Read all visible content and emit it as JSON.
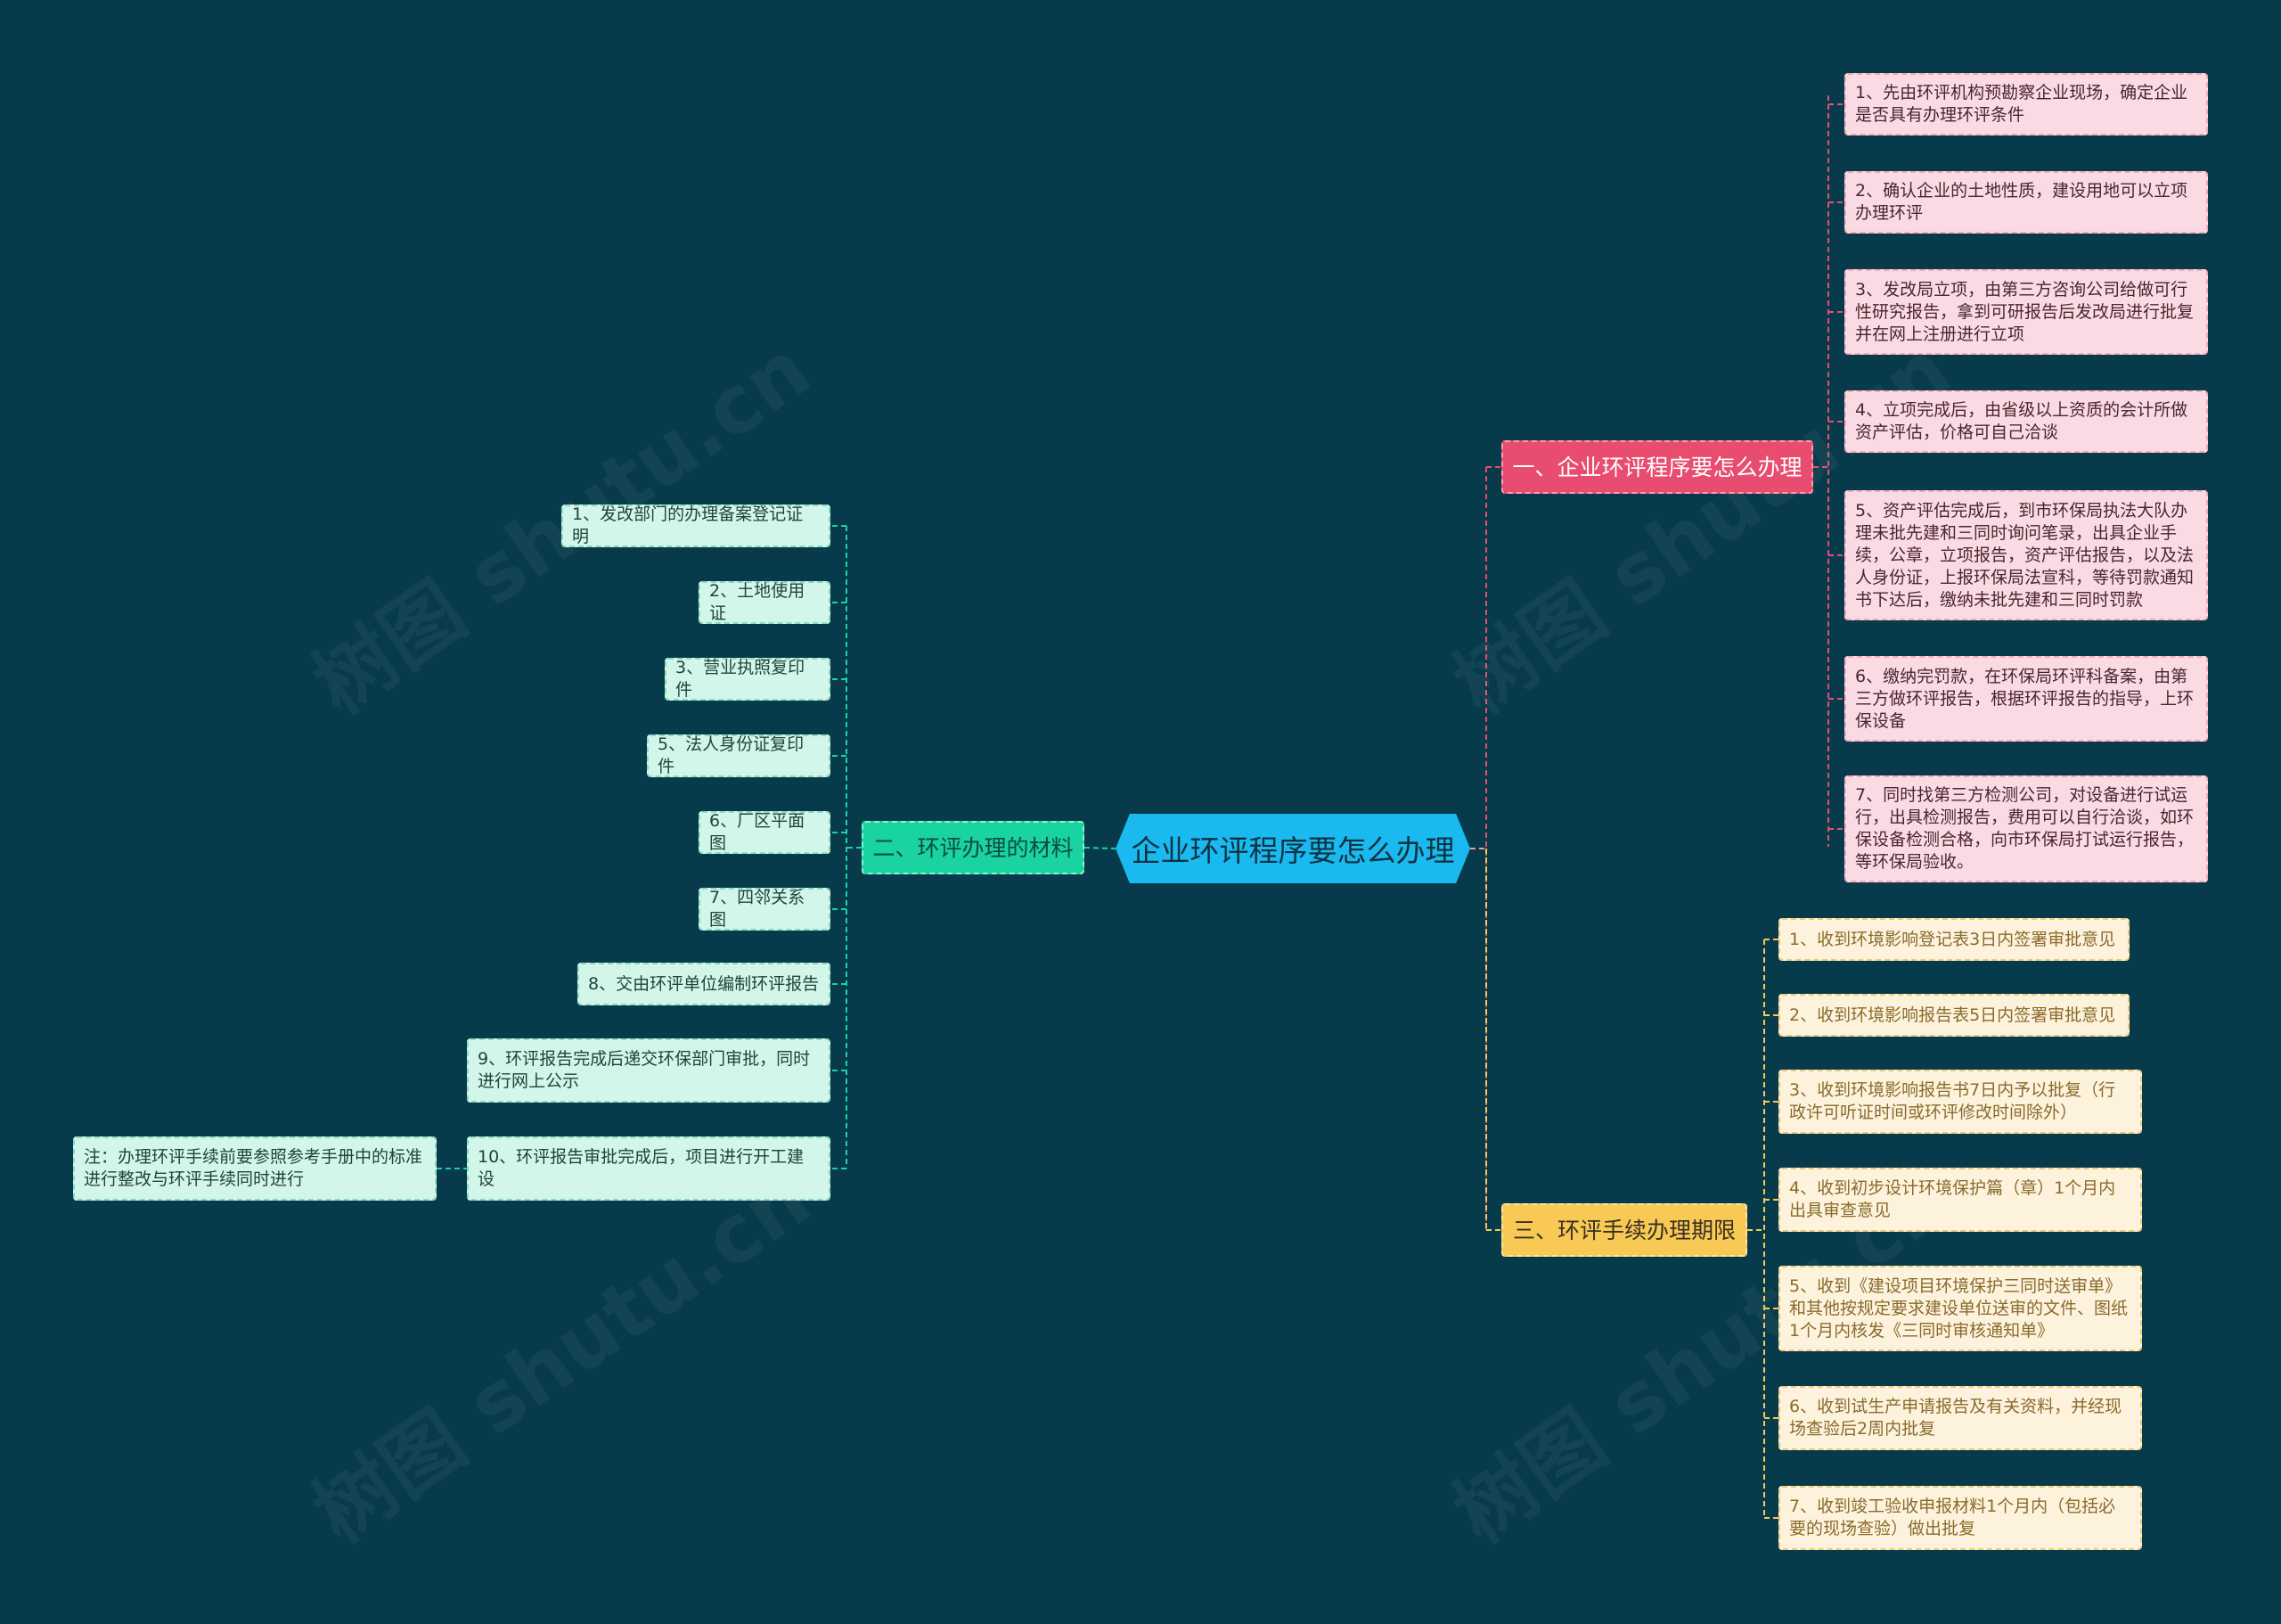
{
  "root": {
    "label": "企业环评程序要怎么办理"
  },
  "branches": [
    {
      "id": "procedure",
      "label": "一、企业环评程序要怎么办理",
      "items": [
        "1、先由环评机构预勘察企业现场，确定企业是否具有办理环评条件",
        "2、确认企业的土地性质，建设用地可以立项办理环评",
        "3、发改局立项，由第三方咨询公司给做可行性研究报告，拿到可研报告后发改局进行批复并在网上注册进行立项",
        "4、立项完成后，由省级以上资质的会计所做资产评估，价格可自己洽谈",
        "5、资产评估完成后，到市环保局执法大队办理未批先建和三同时询问笔录，出具企业手续，公章，立项报告，资产评估报告，以及法人身份证，上报环保局法宣科，等待罚款通知书下达后，缴纳未批先建和三同时罚款",
        "6、缴纳完罚款，在环保局环评科备案，由第三方做环评报告，根据环评报告的指导，上环保设备",
        "7、同时找第三方检测公司，对设备进行试运行，出具检测报告，费用可以自行洽谈，如环保设备检测合格，向市环保局打试运行报告，等环保局验收。"
      ]
    },
    {
      "id": "materials",
      "label": "二、环评办理的材料",
      "items": [
        "1、发改部门的办理备案登记证明",
        "2、土地使用证",
        "3、营业执照复印件",
        "5、法人身份证复印件",
        "6、厂区平面图",
        "7、四邻关系图",
        "8、交由环评单位编制环评报告",
        "9、环评报告完成后递交环保部门审批，同时进行网上公示",
        "10、环评报告审批完成后，项目进行开工建设"
      ],
      "note": "注：办理环评手续前要参照参考手册中的标准进行整改与环评手续同时进行"
    },
    {
      "id": "deadline",
      "label": "三、环评手续办理期限",
      "items": [
        "1、收到环境影响登记表3日内签署审批意见",
        "2、收到环境影响报告表5日内签署审批意见",
        "3、收到环境影响报告书7日内予以批复（行政许可听证时间或环评修改时间除外）",
        "4、收到初步设计环境保护篇（章）1个月内出具审查意见",
        "5、收到《建设项目环境保护三同时送审单》和其他按规定要求建设单位送审的文件、图纸1个月内核发《三同时审核通知单》",
        "6、收到试生产申请报告及有关资料，并经现场查验后2周内批复",
        "7、收到竣工验收申报材料1个月内（包括必要的现场查验）做出批复"
      ]
    }
  ],
  "colors": {
    "background": "#073a4b",
    "root": "#1ab9f0",
    "branch1": "#e84c6e",
    "branch2": "#19d3a0",
    "branch3": "#f8c954"
  }
}
